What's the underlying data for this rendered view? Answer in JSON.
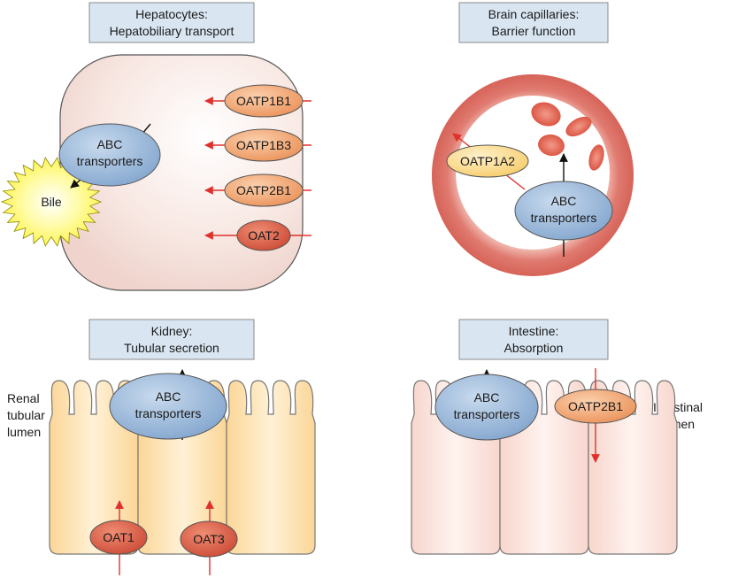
{
  "panels": {
    "liver": {
      "title_line1": "Hepatocytes:",
      "title_line2": "Hepatobiliary transport",
      "abc_line1": "ABC",
      "abc_line2": "transporters",
      "bile": "Bile",
      "transporters": [
        "OATP1B1",
        "OATP1B3",
        "OATP2B1",
        "OAT2"
      ]
    },
    "brain": {
      "title_line1": "Brain capillaries:",
      "title_line2": "Barrier function",
      "oatp": "OATP1A2",
      "abc_line1": "ABC",
      "abc_line2": "transporters"
    },
    "kidney": {
      "title_line1": "Kidney:",
      "title_line2": "Tubular secretion",
      "lumen_line1": "Renal",
      "lumen_line2": "tubular",
      "lumen_line3": "lumen",
      "abc_line1": "ABC",
      "abc_line2": "transporters",
      "oat1": "OAT1",
      "oat3": "OAT3"
    },
    "intestine": {
      "title_line1": "Intestine:",
      "title_line2": "Absorption",
      "lumen_line1": "Intestinal",
      "lumen_line2": "lumen",
      "abc_line1": "ABC",
      "abc_line2": "transporters",
      "oatp": "OATP2B1"
    }
  },
  "colors": {
    "title_box": "#d9e6f2",
    "abc": "#8fb1d6",
    "oatp_orange": "#f0a36e",
    "oat_red": "#d4553e",
    "oatp_yellow": "#fbdc92",
    "arrow_red": "#e0302b",
    "hepatocyte": "#f6e2dd",
    "bile": "#fff23a",
    "vessel_wall": "#d9675f",
    "rbc": "#e06152",
    "kidney_cell": "#fde3b3",
    "intestine_cell": "#fbe2dc"
  }
}
